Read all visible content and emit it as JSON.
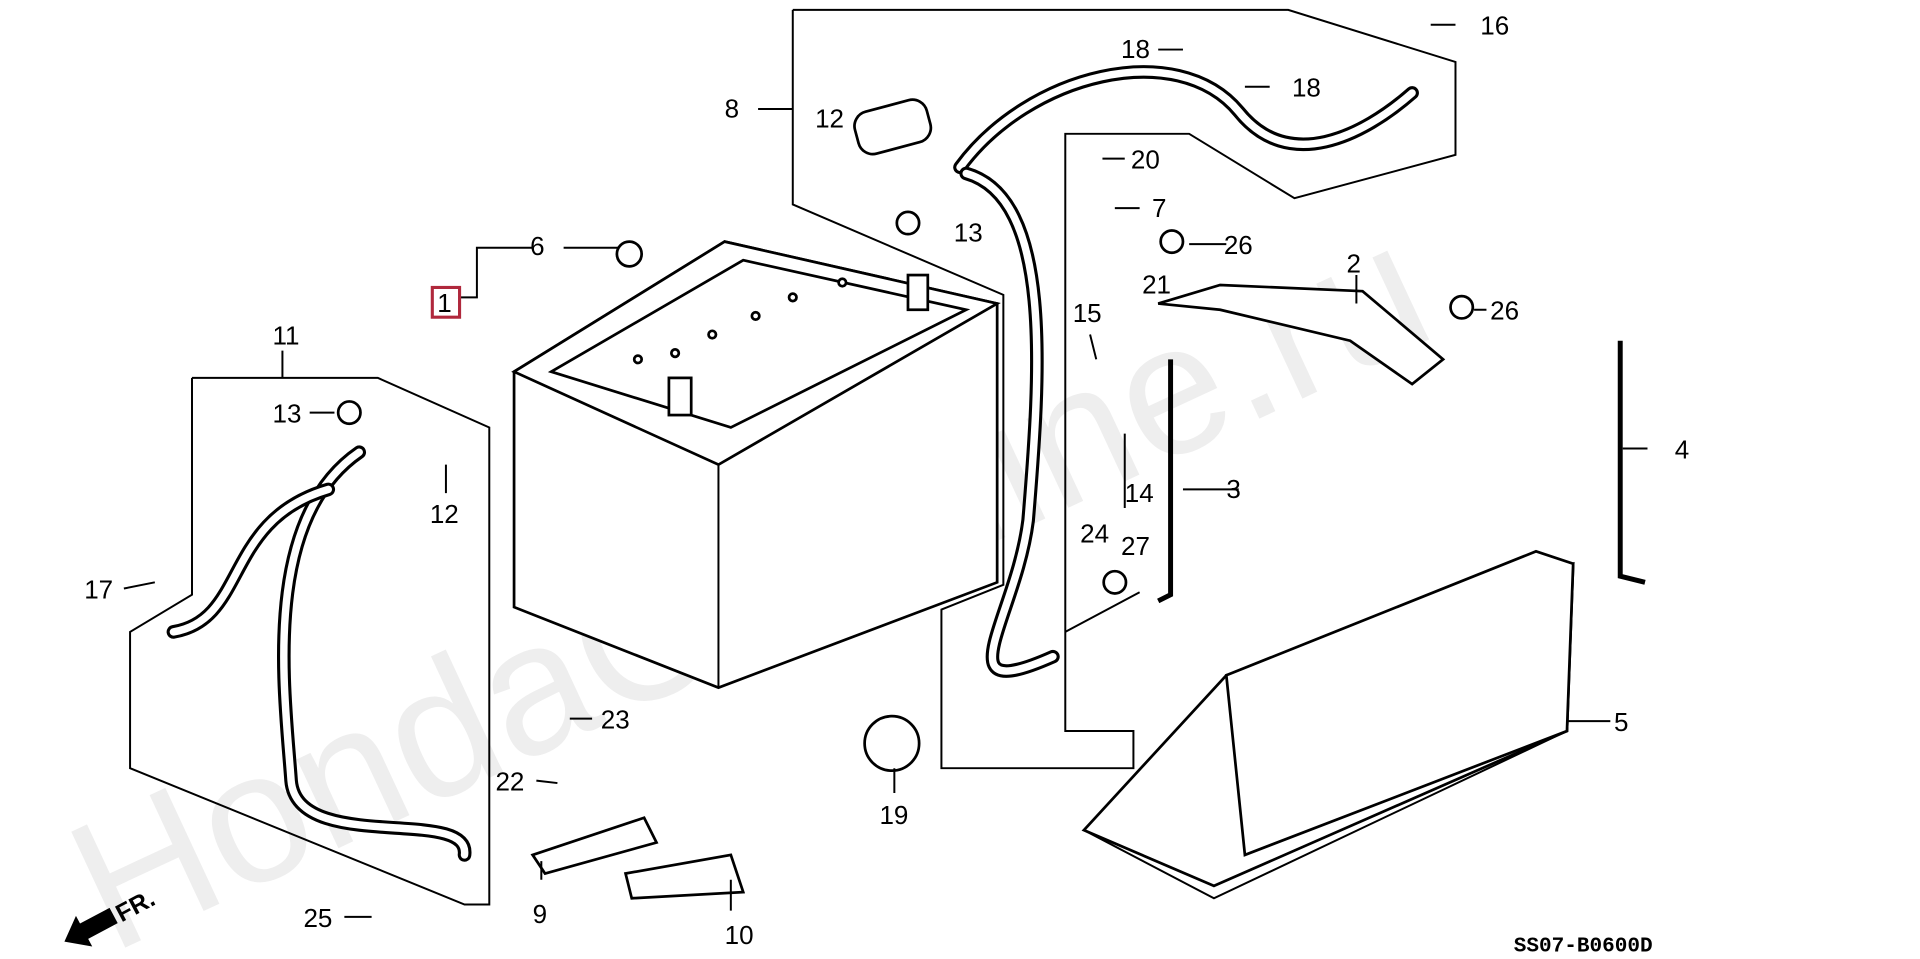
{
  "watermark": "HondaCarMine.ru",
  "diagram_code": "SS07-B0600D",
  "front_indicator": "FR.",
  "highlight_color": "#b0283c",
  "callouts": {
    "c1": "1",
    "c2": "2",
    "c3": "3",
    "c4": "4",
    "c5": "5",
    "c6": "6",
    "c7": "7",
    "c8": "8",
    "c9": "9",
    "c10": "10",
    "c11": "11",
    "c12a": "12",
    "c12b": "12",
    "c13a": "13",
    "c13b": "13",
    "c14": "14",
    "c15": "15",
    "c16": "16",
    "c17": "17",
    "c18a": "18",
    "c18b": "18",
    "c19": "19",
    "c20": "20",
    "c21": "21",
    "c22": "22",
    "c23": "23",
    "c24": "24",
    "c25": "25",
    "c26a": "26",
    "c26b": "26",
    "c27": "27"
  }
}
